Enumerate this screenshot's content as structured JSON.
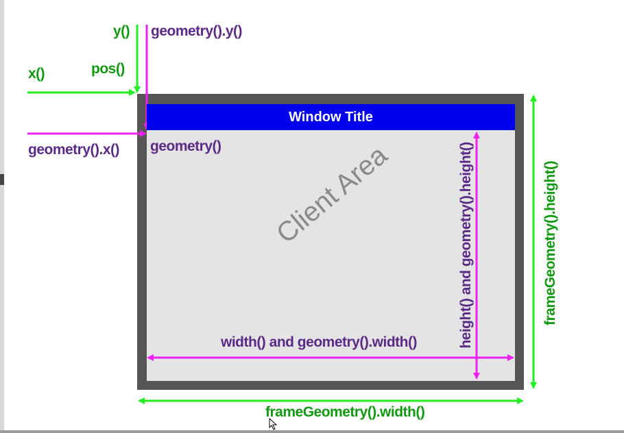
{
  "diagram": {
    "window_title": "Window Title",
    "client_area": "Client Area",
    "labels": {
      "y": "y()",
      "geometry_y": "geometry().y()",
      "x": "x()",
      "pos": "pos()",
      "geometry_x": "geometry().x()",
      "geometry": "geometry()",
      "width_geometry_width": "width() and geometry().width()",
      "height_geometry_height": "height() and geometry().height()",
      "frame_geometry_height": "frameGeometry().height()",
      "frame_geometry_width": "frameGeometry().width()"
    }
  },
  "colors": {
    "frame": "#555555",
    "client": "#e4e4e4",
    "title_bar": "#0000ee",
    "green_arrow": "#22ee22",
    "magenta_arrow": "#ee22ee",
    "green_text": "#119911",
    "purple_text": "#5b2a86"
  }
}
